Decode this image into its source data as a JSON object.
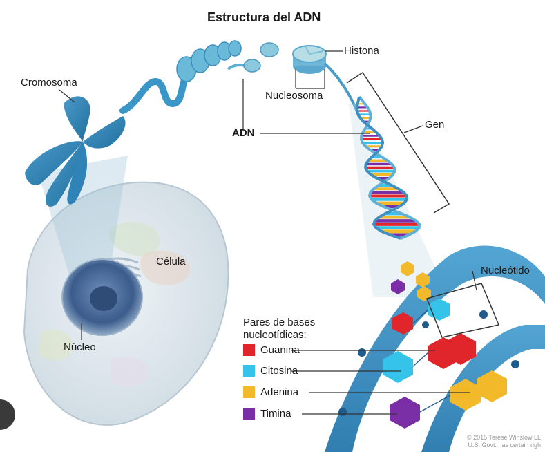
{
  "title": "Estructura del ADN",
  "labels": {
    "cromosoma": "Cromosoma",
    "histona": "Histona",
    "nucleosoma": "Nucleosoma",
    "adn": "ADN",
    "gen": "Gen",
    "celula": "Célula",
    "nucleo": "Núcleo",
    "nucleotido": "Nucleótido"
  },
  "legend": {
    "heading_line1": "Pares de bases",
    "heading_line2": "nucleotídicas:",
    "items": [
      {
        "label": "Guanina",
        "color": "#e0262b"
      },
      {
        "label": "Citosina",
        "color": "#35c3ea"
      },
      {
        "label": "Adenina",
        "color": "#f2b92b"
      },
      {
        "label": "Timina",
        "color": "#7b2fa6"
      }
    ]
  },
  "credit": {
    "line1": "© 2015 Terese Winslow LL",
    "line2": "U.S. Govt. has certain righ"
  }
}
